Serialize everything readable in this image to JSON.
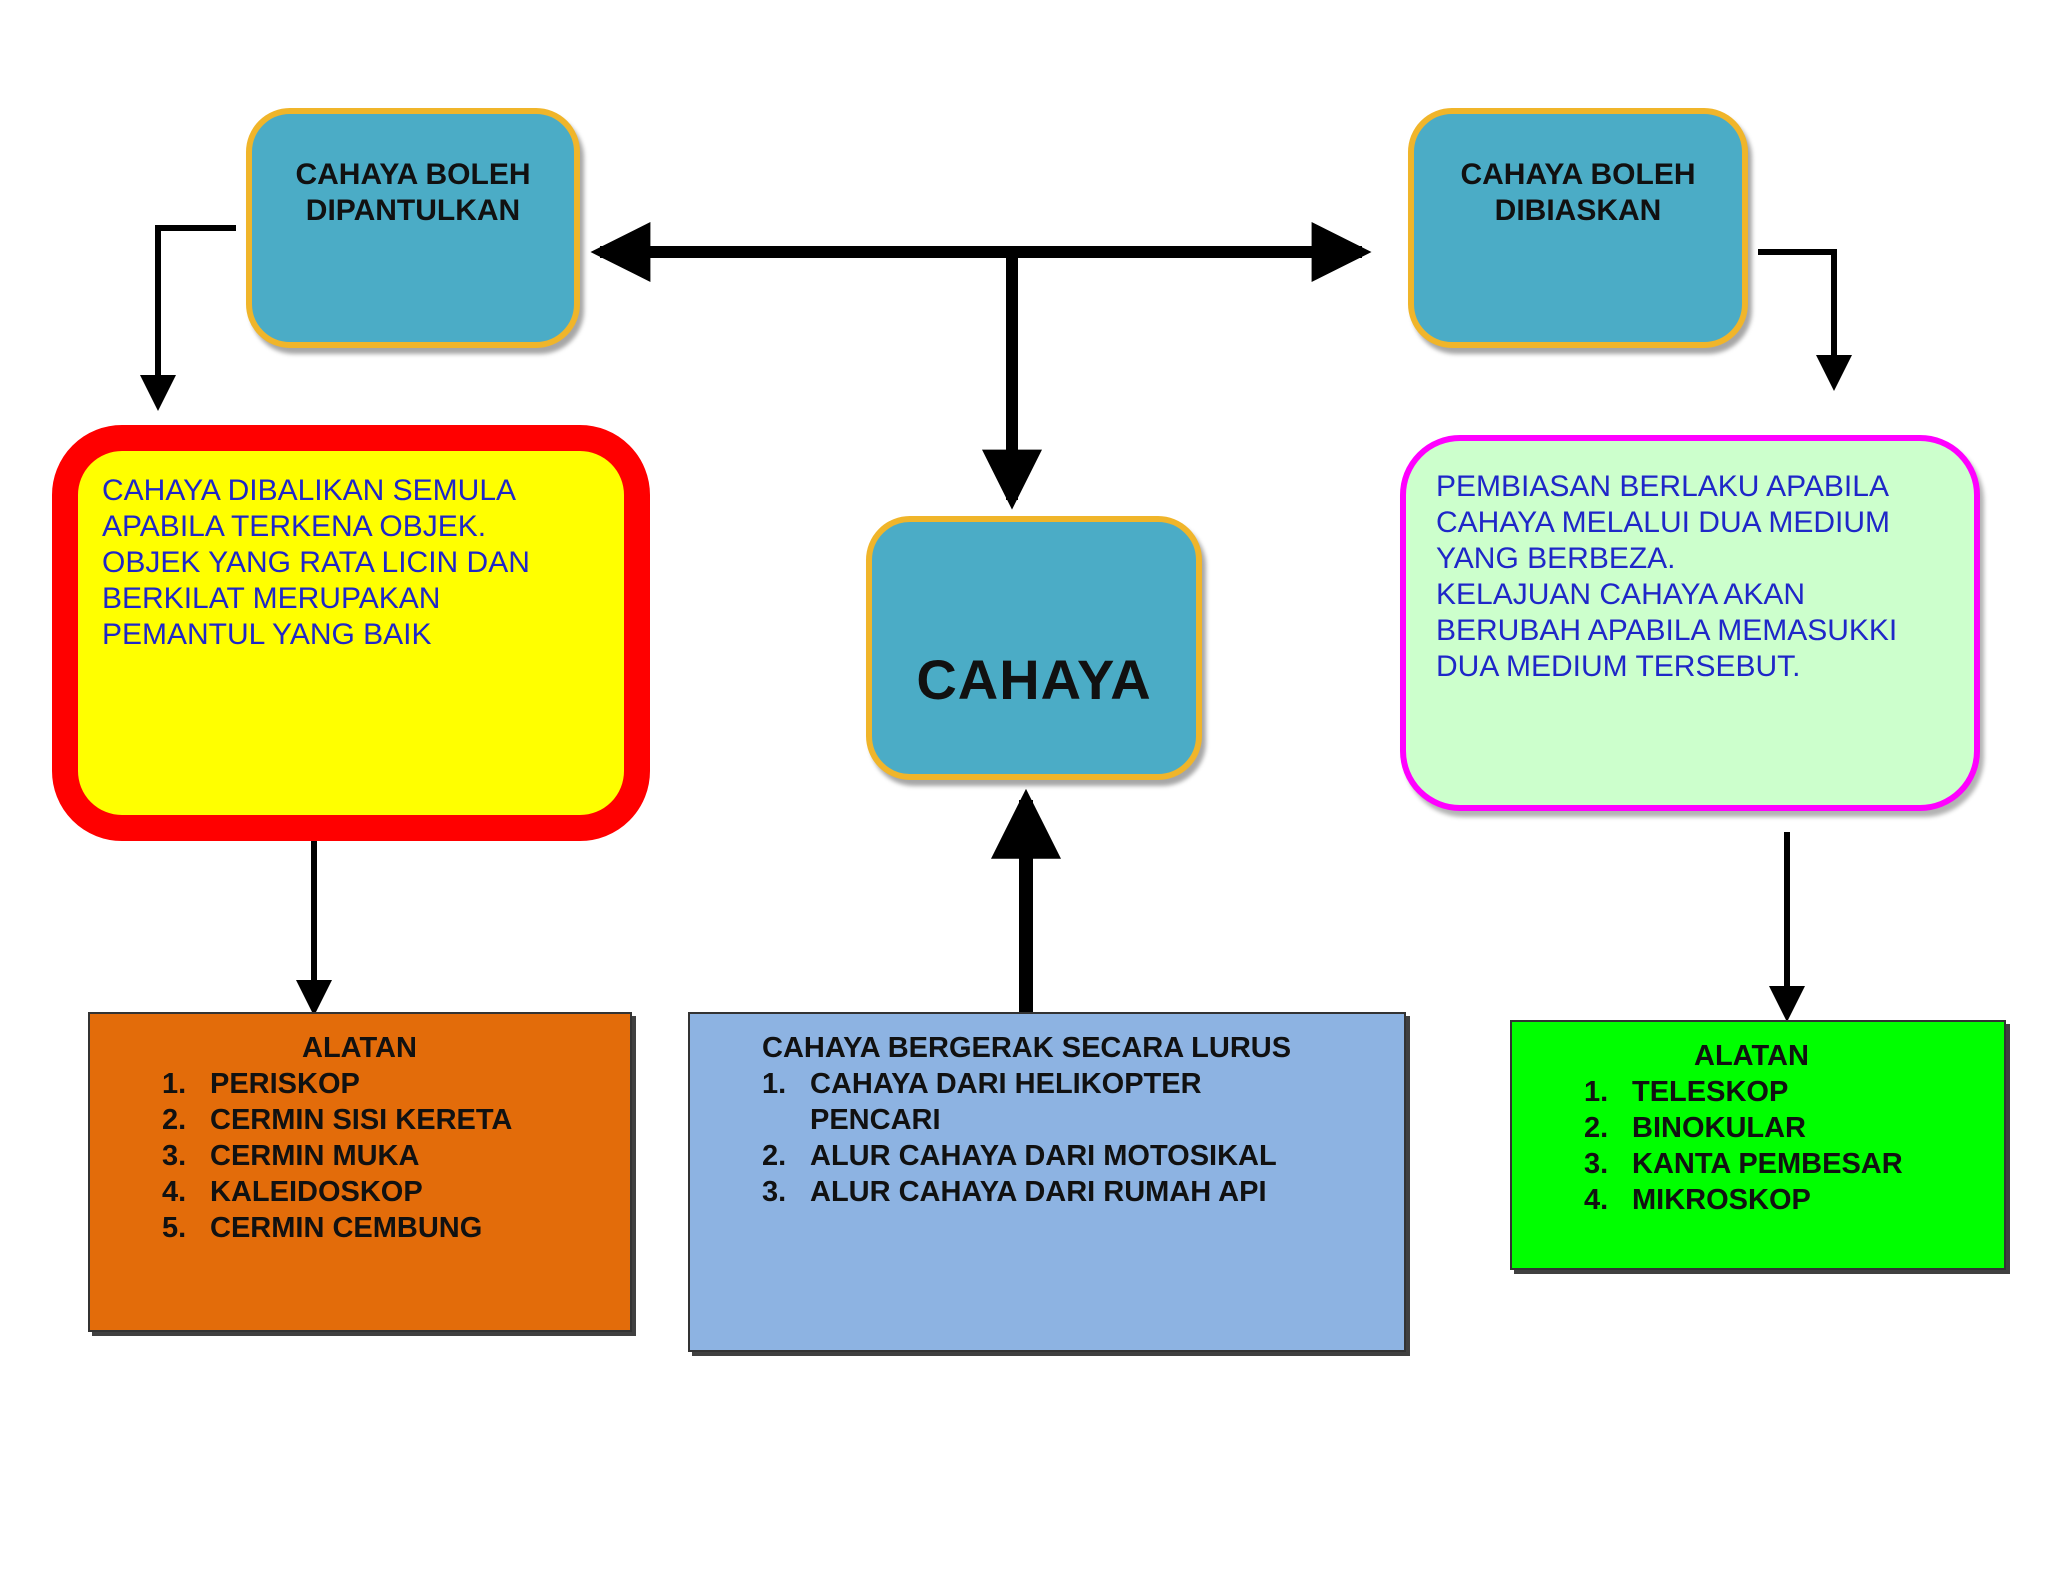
{
  "nodes": {
    "reflect_title": "CAHAYA BOLEH DIPANTULKAN",
    "refract_title": "CAHAYA BOLEH DIBIASKAN",
    "center_title": "CAHAYA",
    "reflect_desc": [
      "CAHAYA DIBALIKAN SEMULA APABILA TERKENA OBJEK.",
      "OBJEK YANG RATA LICIN DAN BERKILAT MERUPAKAN PEMANTUL YANG BAIK"
    ],
    "refract_desc": [
      "PEMBIASAN BERLAKU APABILA CAHAYA MELALUI DUA MEDIUM YANG BERBEZA.",
      "KELAJUAN CAHAYA AKAN BERUBAH APABILA MEMASUKKI DUA MEDIUM TERSEBUT."
    ]
  },
  "reflect_tools": {
    "heading": "ALATAN",
    "items": [
      "PERISKOP",
      "CERMIN SISI KERETA",
      "CERMIN MUKA",
      "KALEIDOSKOP",
      "CERMIN CEMBUNG"
    ]
  },
  "straight_line": {
    "heading": "CAHAYA BERGERAK SECARA LURUS",
    "items": [
      "CAHAYA DARI HELIKOPTER PENCARI",
      "ALUR CAHAYA DARI MOTOSIKAL",
      "ALUR CAHAYA DARI RUMAH API"
    ]
  },
  "refract_tools": {
    "heading": "ALATAN",
    "items": [
      "TELESKOP",
      "BINOKULAR",
      "KANTA PEMBESAR",
      "MIKROSKOP"
    ]
  },
  "colors": {
    "node_fill": "#4bacc6",
    "node_border": "#f0b52a",
    "yellow_fill": "#ffff00",
    "red_border": "#ff0000",
    "pink_border": "#ff00ff",
    "mint_fill": "#ccffcc",
    "orange_fill": "#e36c0a",
    "light_blue_fill": "#8db3e2",
    "green_fill": "#00ff00",
    "desc_text": "#1f27c8"
  }
}
